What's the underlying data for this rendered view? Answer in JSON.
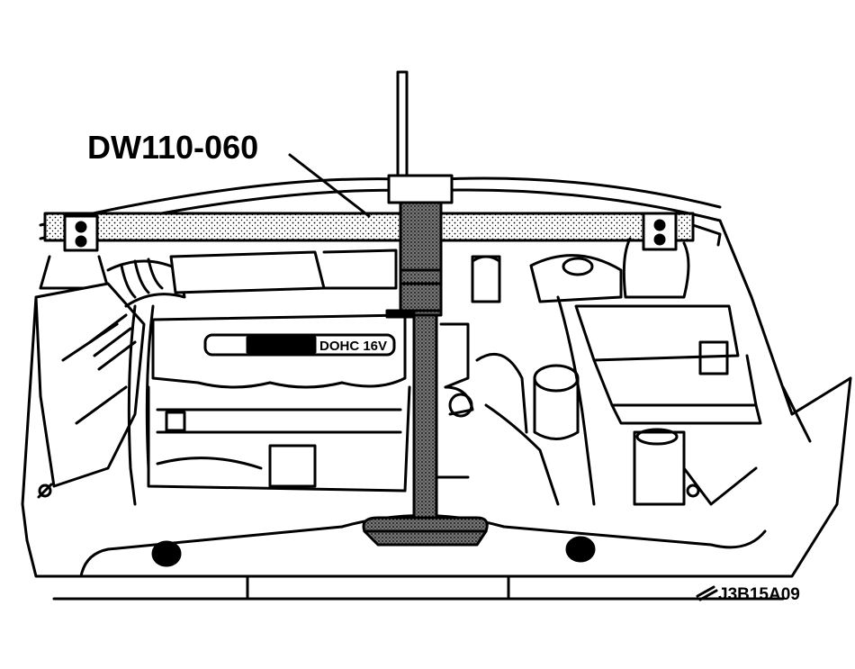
{
  "illustration": {
    "tool_callout": "DW110-060",
    "figure_id": "J3B15A09",
    "engine_cover_text": "DOHC 16V"
  }
}
